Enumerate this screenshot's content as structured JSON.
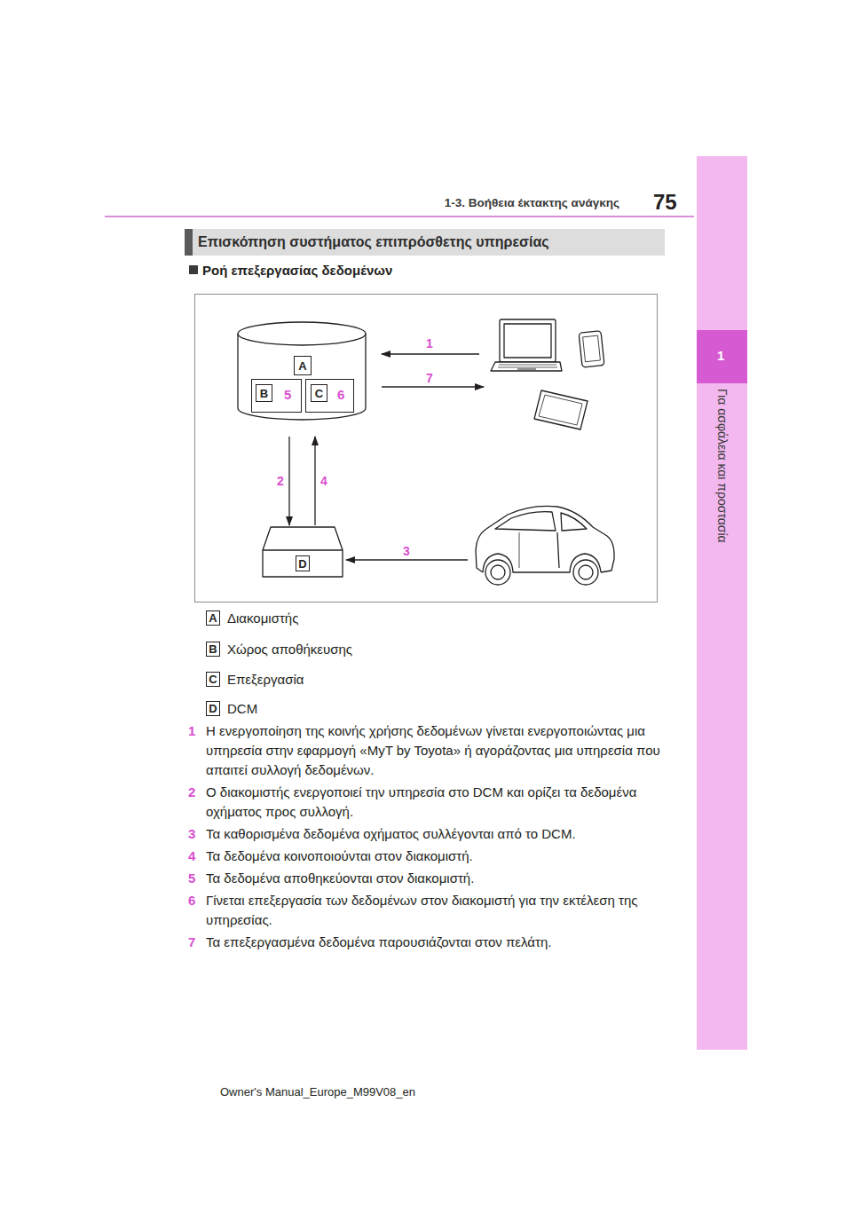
{
  "diagram": {
    "title": "Επισκόπηση συστήματος επιπρόσθετης υπηρεσίας",
    "nodes": [
      {
        "text": [
          "A"
        ]
      },
      {
        "text": [
          "B",
          "5"
        ],
        "in": 0
      },
      {
        "text": [
          "C",
          "6"
        ],
        "in": 0
      },
      {
        "text": [
          "D"
        ]
      }
    ],
    "edges": [
      {
        "from": 0,
        "to": 3,
        "arrow": "to",
        "label": "2"
      },
      {
        "from": 3,
        "to": 0,
        "arrow": "to",
        "label": "4"
      }
    ],
    "labels": [
      "75",
      "1-3. Βοήθεια έκτακτης ανάγκης",
      "1",
      "Για ασφάλεια και προστασία",
      "Ροή επεξεργασίας δεδομένων",
      "1",
      "7",
      "3",
      "A",
      "Διακομιστής",
      "B",
      "Χώρος αποθήκευσης",
      "C",
      "Επεξεργασία",
      "D",
      "DCM",
      "1",
      "Η ενεργοποίηση της κοινής χρήσης δεδομένων γίνεται ενεργοποιώντας μια υπηρεσία στην εφαρμογή «MyT by Toyota» ή αγοράζοντας μια υπηρεσία που απαιτεί συλλογή δεδομένων.",
      "2",
      "Ο διακομιστής ενεργοποιεί την υπηρεσία στο DCM και ορίζει τα δεδομένα οχήματος προς συλλογή.",
      "3",
      "Τα καθορισμένα δεδομένα οχήματος συλλέγονται από το DCM.",
      "4",
      "Τα δεδομένα κοινοποιούνται στον διακομιστή.",
      "5",
      "Τα δεδομένα αποθηκεύονται στον διακομιστή.",
      "6",
      "Γίνεται επεξεργασία των δεδομένων στον διακομιστή για την εκτέλεση της υπηρεσίας.",
      "7",
      "Τα επεξεργασμένα δεδομένα παρουσιάζονται στον πελάτη.",
      "Owner's Manual_Europe_M99V08_en"
    ]
  }
}
